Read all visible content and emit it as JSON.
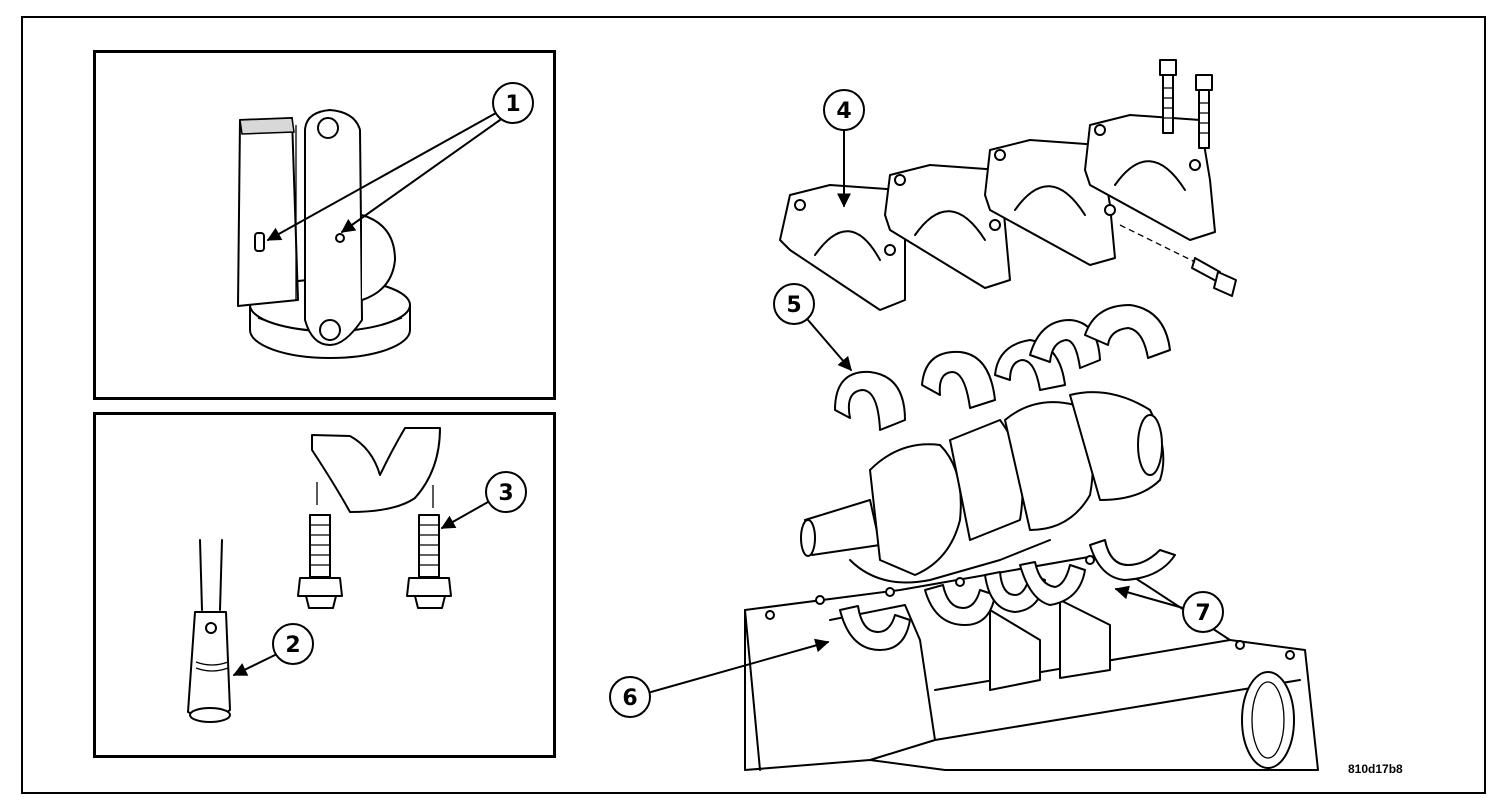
{
  "figure_id": "810d17b8",
  "callouts": [
    {
      "label": "1"
    },
    {
      "label": "2"
    },
    {
      "label": "3"
    },
    {
      "label": "4"
    },
    {
      "label": "5"
    },
    {
      "label": "6"
    },
    {
      "label": "7"
    }
  ]
}
